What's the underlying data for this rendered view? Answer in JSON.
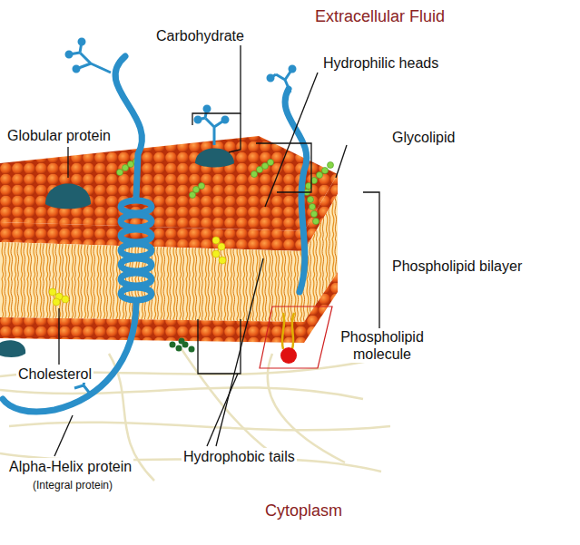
{
  "diagram": {
    "labels": [
      "Extracellular Fluid",
      "Carbohydrate",
      "Hydrophilic heads",
      "Globular protein",
      "Glycolipid",
      "Phospholipid bilayer",
      "Phospholipid molecule",
      "Cholesterol",
      "Alpha-Helix protein",
      "(Integral protein)",
      "Hydrophobic tails",
      "Cytoplasm"
    ]
  }
}
